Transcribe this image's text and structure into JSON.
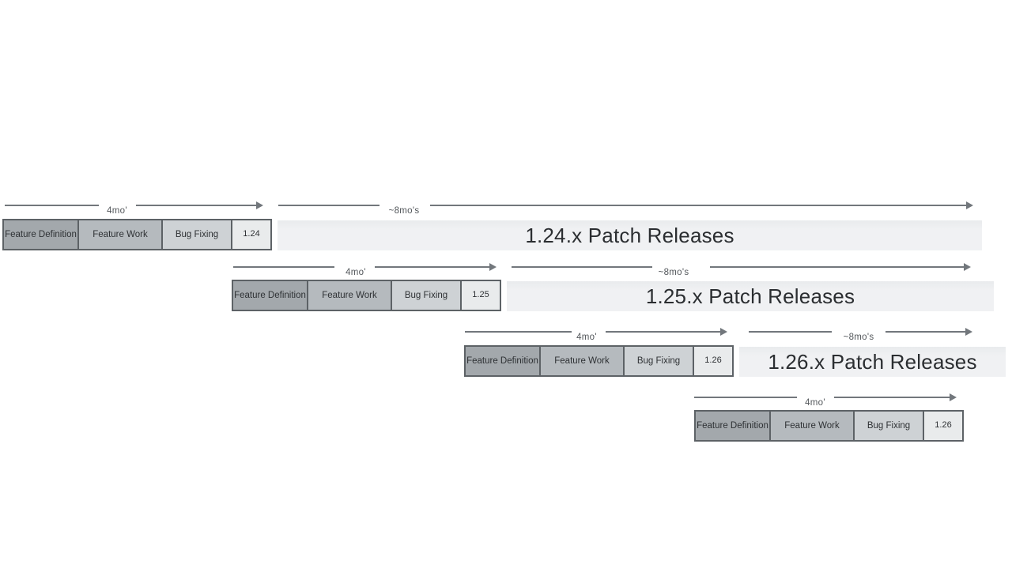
{
  "diagram": {
    "name": "release-cadence-timeline",
    "rows": [
      {
        "version": "1.24",
        "four_mo_label": "4mo'",
        "eight_mo_label": "~8mo's",
        "feature_definition": "Feature Definition",
        "feature_work": "Feature Work",
        "bug_fixing": "Bug Fixing",
        "patch_release_label": "1.24.x Patch Releases"
      },
      {
        "version": "1.25",
        "four_mo_label": "4mo'",
        "eight_mo_label": "~8mo's",
        "feature_definition": "Feature Definition",
        "feature_work": "Feature Work",
        "bug_fixing": "Bug Fixing",
        "patch_release_label": "1.25.x Patch Releases"
      },
      {
        "version": "1.26",
        "four_mo_label": "4mo'",
        "eight_mo_label": "~8mo's",
        "feature_definition": "Feature Definition",
        "feature_work": "Feature Work",
        "bug_fixing": "Bug Fixing",
        "patch_release_label": "1.26.x Patch Releases"
      },
      {
        "version": "1.26",
        "four_mo_label": "4mo'",
        "feature_definition": "Feature Definition",
        "feature_work": "Feature Work",
        "bug_fixing": "Bug Fixing"
      }
    ],
    "colors": {
      "feature_definition_fill": "#a3a8ac",
      "feature_work_fill": "#b5babe",
      "bug_fixing_fill": "#ced2d5",
      "version_box_fill": "#e9ebec",
      "patch_bar_fill": "#f0f1f3",
      "block_border": "#5d6266",
      "arrow": "#72777c",
      "arrow_label_text": "#53575b",
      "block_text": "#2e3134",
      "patch_bar_text": "#2b2e31",
      "background": "#ffffff"
    }
  }
}
